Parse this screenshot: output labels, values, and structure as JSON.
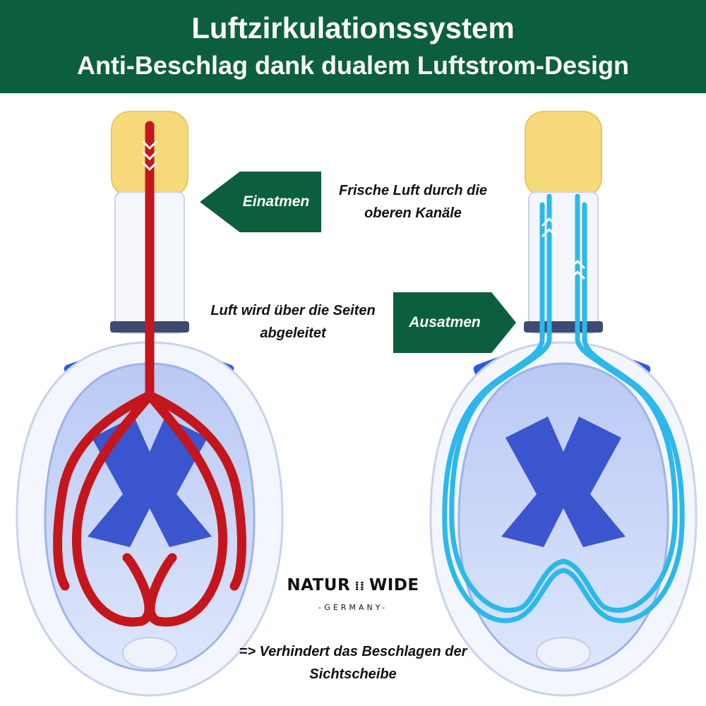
{
  "header": {
    "title": "Luftzirkulationssystem",
    "subtitle": "Anti-Beschlag dank dualem Luftstrom-Design"
  },
  "labels": {
    "inhale": "Einatmen",
    "exhale": "Ausatmen",
    "fresh_air": "Frische Luft durch die oberen Kanäle",
    "side_air": "Luft wird über die Seiten abgeleitet",
    "prevents_fog": "=> Verhindert das Beschlagen der Sichtscheibe"
  },
  "logo": {
    "brand_left": "NATUR",
    "brand_right": "WIDE",
    "subtitle": "-GERMANY-"
  },
  "colors": {
    "brand_green": "#0c5f3c",
    "inhale_flow": "#c4161c",
    "exhale_flow": "#2cb8ea",
    "mask_blue": "#2b47c9",
    "snorkel_cap": "#f6d97a"
  }
}
